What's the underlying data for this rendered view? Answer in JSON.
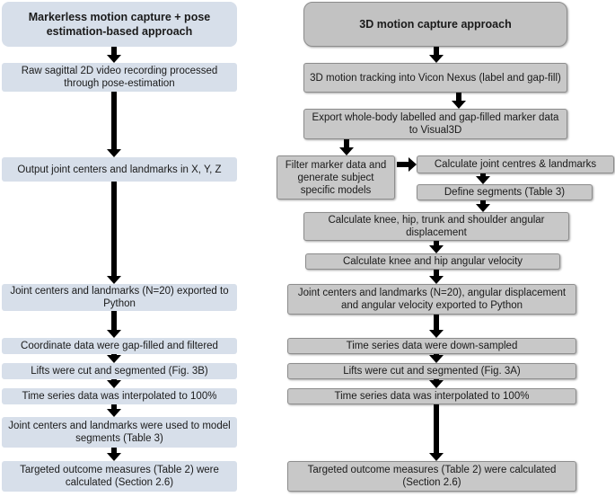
{
  "left": {
    "header": "Markerless motion capture + pose estimation-based approach",
    "steps": [
      "Raw sagittal 2D video recording processed through pose-estimation",
      "Output joint centers and landmarks in X, Y, Z",
      "Joint centers and landmarks (N=20) exported to Python",
      "Coordinate data were gap-filled and filtered",
      "Lifts were cut and segmented (Fig. 3B)",
      "Time series data was interpolated to 100%",
      "Joint centers and landmarks were used to model segments (Table 3)",
      "Targeted outcome measures (Table 2) were calculated (Section 2.6)"
    ]
  },
  "right": {
    "header": "3D motion capture approach",
    "steps": {
      "tracking": "3D motion tracking into Vicon Nexus (label and gap-fill)",
      "export": "Export whole-body labelled and gap-filled marker data to Visual3D",
      "filter": "Filter marker data and generate subject specific models",
      "joint_centres": "Calculate joint centres & landmarks",
      "segments": "Define segments (Table 3)",
      "angular_disp": "Calculate knee, hip, trunk and shoulder angular displacement",
      "angular_vel": "Calculate knee and hip angular velocity",
      "exported": "Joint centers and landmarks (N=20), angular displacement and angular velocity exported to Python",
      "downsampled": "Time series data were down-sampled",
      "lifts": "Lifts were cut and segmented (Fig. 3A)",
      "interpolated": "Time series data was interpolated to 100%",
      "outcomes": "Targeted outcome measures (Table 2) were calculated (Section 2.6)"
    }
  },
  "colors": {
    "left_box": "#d7dfea",
    "right_box": "#c8c8c8",
    "arrow": "#000000"
  }
}
